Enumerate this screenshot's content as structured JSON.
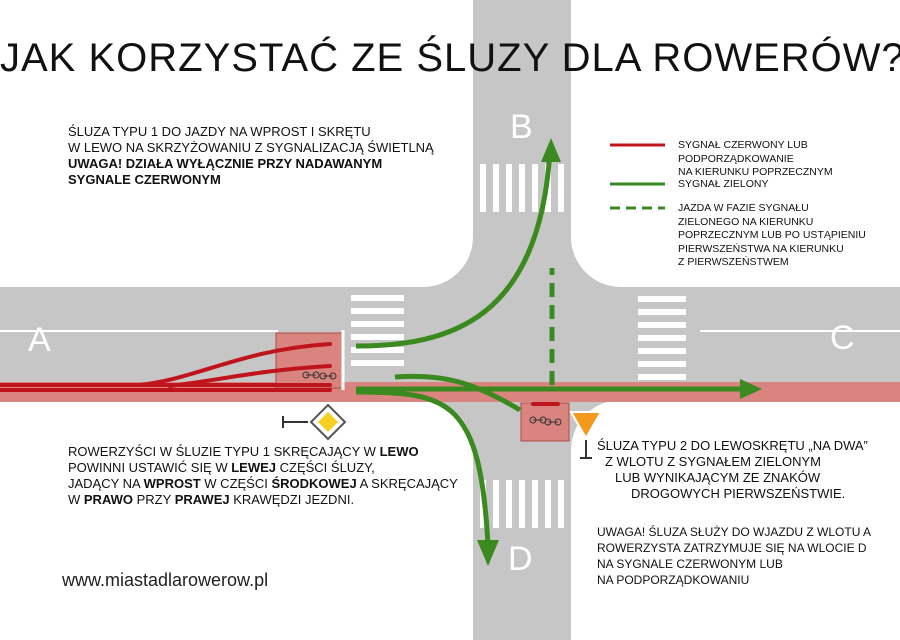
{
  "title": "JAK KORZYSTAĆ ZE ŚLUZY DLA ROWERÓW?",
  "letters": {
    "a": "A",
    "b": "B",
    "c": "C",
    "d": "D"
  },
  "note_type1": {
    "line1": "ŚLUZA TYPU 1 DO JAZDY NA WPROST I SKRĘTU",
    "line2": "W LEWO NA SKRZYŻOWANIU Z SYGNALIZACJĄ ŚWIETLNĄ",
    "line3": "UWAGA! DZIAŁA WYŁĄCZNIE PRZY NADAWANYM",
    "line4": "SYGNALE CZERWONYM"
  },
  "legend": {
    "red": [
      "SYGNAŁ CZERWONY LUB",
      "PODPORZĄDKOWANIE",
      "NA KIERUNKU POPRZECZNYM"
    ],
    "green": [
      "SYGNAŁ ZIELONY"
    ],
    "dashed": [
      "JAZDA W FAZIE SYGNAŁU",
      "ZIELONEGO NA KIERUNKU",
      "POPRZECZNYM LUB PO USTĄPIENIU",
      "PIERWSZEŃSTWA NA KIERUNKU",
      "Z PIERWSZEŃSTWEM"
    ],
    "colors": {
      "red": "#c0141c",
      "green": "#3a8a1f"
    }
  },
  "note_cyclists": {
    "l1a": "ROWERZYŚCI W ŚLUZIE TYPU 1 SKRĘCAJĄCY W ",
    "l1b": "LEWO",
    "l2a": "POWINNI USTAWIĆ SIĘ W ",
    "l2b": "LEWEJ",
    "l2c": " CZĘŚCI ŚLUZY,",
    "l3a": "JADĄCY NA ",
    "l3b": "WPROST",
    "l3c": " W CZĘŚCI ",
    "l3d": "ŚRODKOWEJ",
    "l3e": " A SKRĘCAJĄCY",
    "l4a": "W ",
    "l4b": "PRAWO",
    "l4c": " PRZY ",
    "l4d": "PRAWEJ",
    "l4e": " KRAWĘDZI JEZDNI."
  },
  "note_type2": {
    "line1": "ŚLUZA TYPU 2 DO LEWOSKRĘTU „NA DWA”",
    "line2": "Z WLOTU Z SYGNAŁEM ZIELONYM",
    "line3": "LUB WYNIKAJĄCYM ZE ZNAKÓW",
    "line4": "DROGOWYCH PIERWSZEŃSTWIE."
  },
  "note_warning": {
    "line1": "UWAGA! ŚLUZA SŁUŻY DO WJAZDU Z WLOTU A",
    "line2": "ROWERZYSTA ZATRZYMUJE SIĘ NA WLOCIE D",
    "line3": "NA SYGNALE CZERWONYM  LUB",
    "line4": "NA PODPORZĄDKOWANIU"
  },
  "url": "www.miastadlarowerow.pl"
}
